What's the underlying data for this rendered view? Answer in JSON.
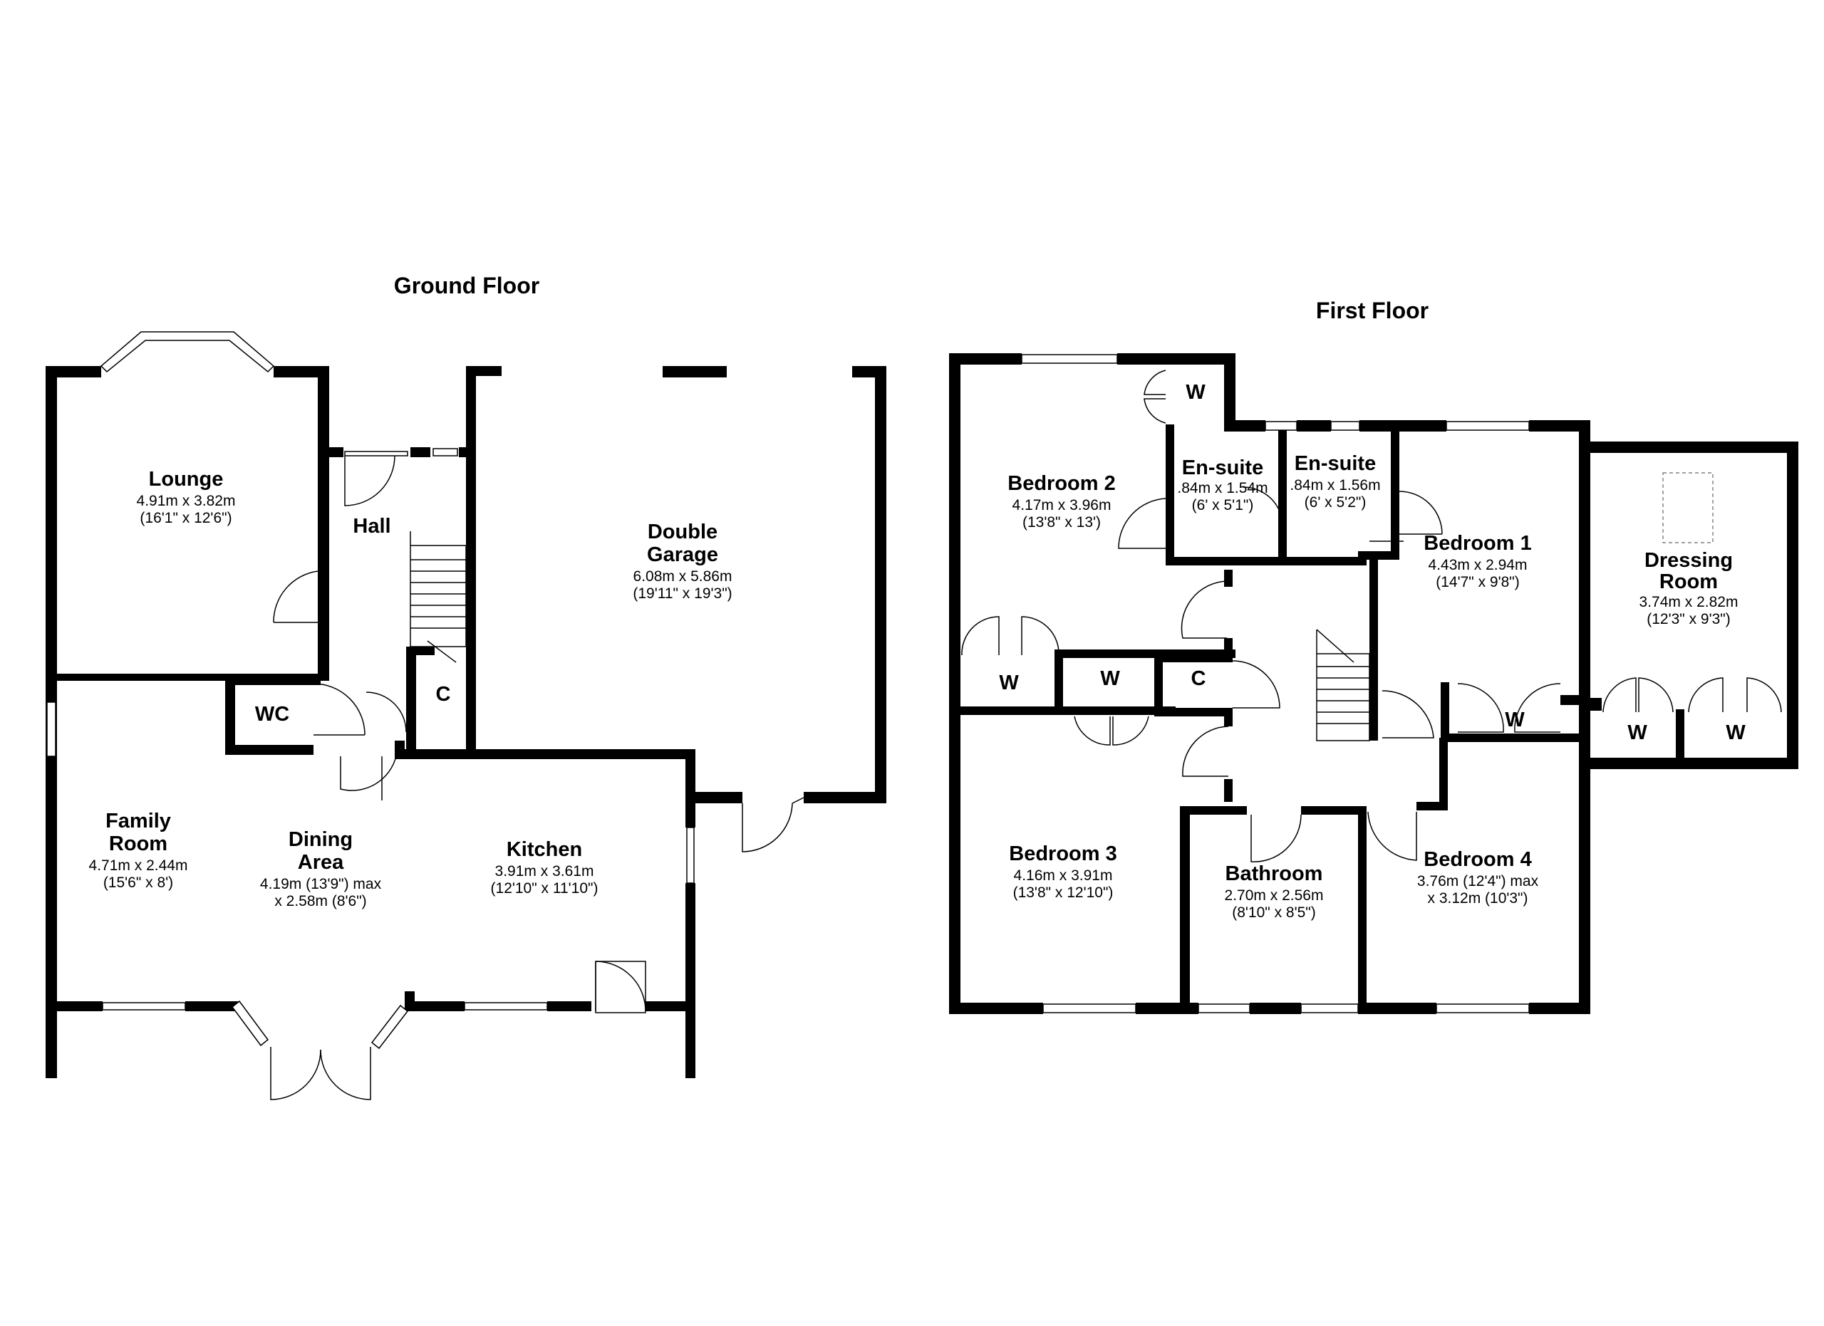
{
  "floors": {
    "ground": {
      "title": "Ground Floor",
      "rooms": {
        "lounge": {
          "name": "Lounge",
          "metric": "4.91m x 3.82m",
          "imperial": "(16'1\" x 12'6\")"
        },
        "hall": {
          "name": "Hall"
        },
        "cupboard": {
          "name": "C"
        },
        "wc": {
          "name": "WC"
        },
        "garage": {
          "name_line1": "Double",
          "name_line2": "Garage",
          "metric": "6.08m x 5.86m",
          "imperial": "(19'11\" x 19'3\")"
        },
        "family": {
          "name_line1": "Family",
          "name_line2": "Room",
          "metric": "4.71m x 2.44m",
          "imperial": "(15'6\" x 8')"
        },
        "dining": {
          "name_line1": "Dining",
          "name_line2": "Area",
          "metric": "4.19m (13'9\") max",
          "imperial": "x 2.58m (8'6\")"
        },
        "kitchen": {
          "name": "Kitchen",
          "metric": "3.91m x 3.61m",
          "imperial": "(12'10\" x 11'10\")"
        }
      }
    },
    "first": {
      "title": "First Floor",
      "rooms": {
        "bedroom2": {
          "name": "Bedroom 2",
          "metric": "4.17m x 3.96m",
          "imperial": "(13'8\" x 13')"
        },
        "wardrobe_top": {
          "name": "W"
        },
        "ensuite_a": {
          "name": "En-suite",
          "metric": ".84m x 1.54m",
          "imperial": "(6' x 5'1\")"
        },
        "ensuite_b": {
          "name": "En-suite",
          "metric": ".84m x 1.56m",
          "imperial": "(6' x 5'2\")"
        },
        "bedroom1": {
          "name": "Bedroom 1",
          "metric": "4.43m x 2.94m",
          "imperial": "(14'7\" x 9'8\")"
        },
        "dressing": {
          "name_line1": "Dressing",
          "name_line2": "Room",
          "metric": "3.74m x 2.82m",
          "imperial": "(12'3\" x 9'3\")"
        },
        "w_b2": {
          "name": "W"
        },
        "w_landing": {
          "name": "W"
        },
        "c_landing": {
          "name": "C"
        },
        "w_b1": {
          "name": "W"
        },
        "w_dress1": {
          "name": "W"
        },
        "w_dress2": {
          "name": "W"
        },
        "bedroom3": {
          "name": "Bedroom 3",
          "metric": "4.16m x 3.91m",
          "imperial": "(13'8\" x 12'10\")"
        },
        "bathroom": {
          "name": "Bathroom",
          "metric": "2.70m x 2.56m",
          "imperial": "(8'10\" x 8'5\")"
        },
        "bedroom4": {
          "name": "Bedroom 4",
          "metric": "3.76m (12'4\") max",
          "imperial": "x 3.12m (10'3\")"
        }
      }
    }
  }
}
